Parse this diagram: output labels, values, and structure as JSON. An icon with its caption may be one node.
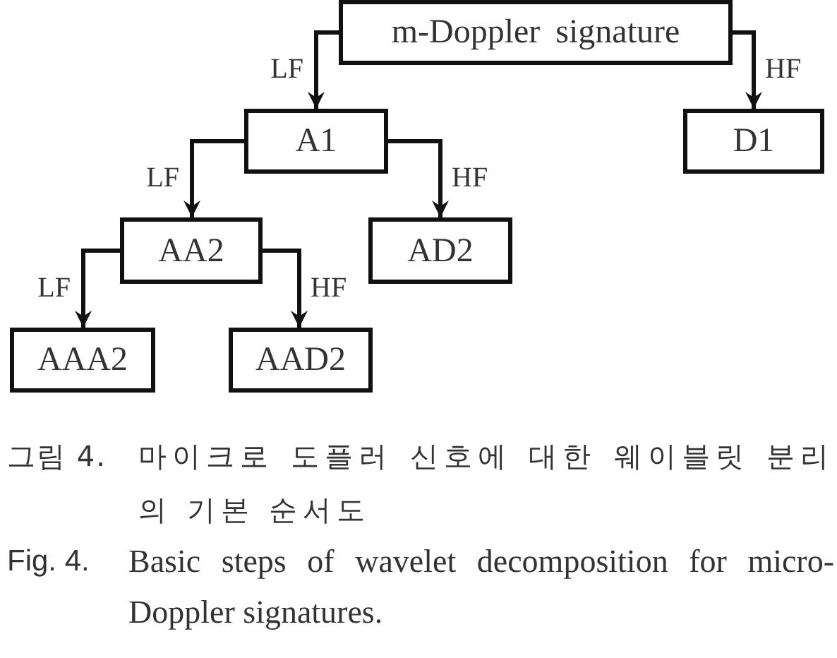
{
  "diagram": {
    "nodes": [
      {
        "text": [
          "m-Doppler signature"
        ]
      },
      {
        "text": [
          "A1"
        ]
      },
      {
        "text": [
          "D1"
        ]
      },
      {
        "text": [
          "AA2"
        ]
      },
      {
        "text": [
          "AD2"
        ]
      },
      {
        "text": [
          "AAA2"
        ]
      },
      {
        "text": [
          "AAD2"
        ]
      }
    ],
    "edges": [
      {
        "from": 0,
        "to": 1,
        "arrow": "to",
        "label": "LF"
      },
      {
        "from": 0,
        "to": 2,
        "arrow": "to",
        "label": "HF"
      },
      {
        "from": 1,
        "to": 3,
        "arrow": "to",
        "label": "LF"
      },
      {
        "from": 1,
        "to": 4,
        "arrow": "to",
        "label": "HF"
      },
      {
        "from": 3,
        "to": 5,
        "arrow": "to",
        "label": "LF"
      },
      {
        "from": 3,
        "to": 6,
        "arrow": "to",
        "label": "HF"
      }
    ],
    "labels": [
      "그림 4.",
      "마이크로 도플러 신호에 대한 웨이블릿 분리의 기본 순서도",
      "Fig. 4.",
      "Basic steps of wavelet decomposition for micro-Doppler signatures."
    ]
  }
}
